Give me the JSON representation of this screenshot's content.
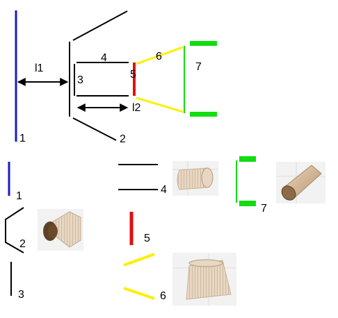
{
  "top_diagram": {
    "labels": {
      "part1": "1",
      "part2": "2",
      "part3": "3",
      "part4": "4",
      "part5": "5",
      "part6": "6",
      "part7": "7",
      "dim_l1": "l1",
      "dim_l2": "l2"
    }
  },
  "parts_legend": {
    "part1": "1",
    "part2": "2",
    "part3": "3",
    "part4": "4",
    "part5": "5",
    "part6": "6",
    "part7": "7"
  },
  "colors": {
    "part1": "#1a1acc",
    "part5": "#e01010",
    "part6": "#ffee00",
    "part7": "#11dd11",
    "black": "#000000"
  },
  "icons": {
    "cone_render": "3d-cone-render",
    "tube_render": "3d-tube-render",
    "cylinder_render": "3d-solid-cylinder-render",
    "truncated_cone_render": "3d-truncated-cone-render"
  }
}
